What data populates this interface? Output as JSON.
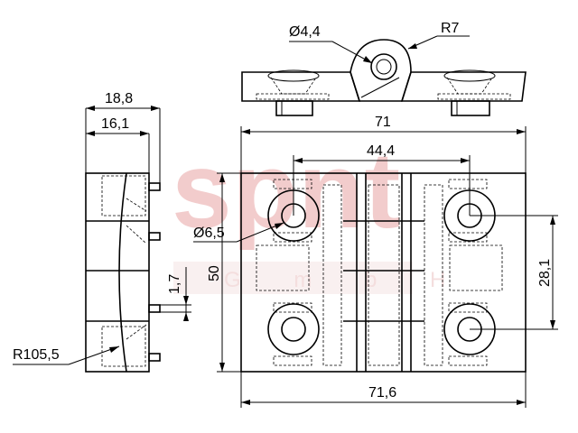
{
  "watermark": {
    "brand": "spnt",
    "subtitle": "G m b H"
  },
  "dimensions": {
    "hole_small_dia": "Ø4,4",
    "radius_knuckle": "R7",
    "side_overall_width": "18,8",
    "side_plate_width": "16,1",
    "top_width": "71",
    "hole_spacing_x": "44,4",
    "hole_dia": "Ø6,5",
    "height": "50",
    "hole_spacing_y": "28,1",
    "pin_offset": "1,7",
    "radius_face": "R105,5",
    "bottom_width": "71,6"
  }
}
